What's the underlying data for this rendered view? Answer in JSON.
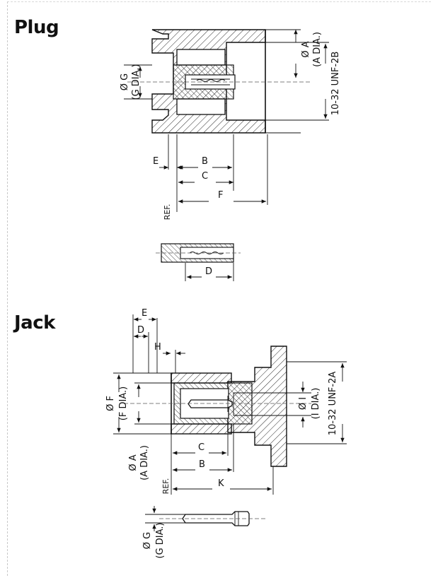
{
  "plug": {
    "title": "Plug",
    "dim_A": "Ø A",
    "dim_A_note": "(A DIA.)",
    "dim_G": "Ø G",
    "dim_G_note": "(G DIA.)",
    "thread": "10-32 UNF-2B",
    "dim_E": "E",
    "dim_B": "B",
    "dim_C": "C",
    "dim_F": "F",
    "ref": "REF.",
    "dim_D": "D"
  },
  "jack": {
    "title": "Jack",
    "dim_E": "E",
    "dim_D": "D",
    "dim_H": "H",
    "dim_F": "Ø F",
    "dim_F_note": "(F DIA.)",
    "dim_I": "Ø I",
    "dim_I_note": "(I DIA.)",
    "thread": "10-32 UNF-2A",
    "dim_A": "Ø A",
    "dim_A_note": "(A DIA.)",
    "dim_C": "C",
    "dim_B": "B",
    "ref": "REF.",
    "dim_K": "K",
    "dim_G": "Ø G",
    "dim_G_note": "(G DIA.)"
  }
}
